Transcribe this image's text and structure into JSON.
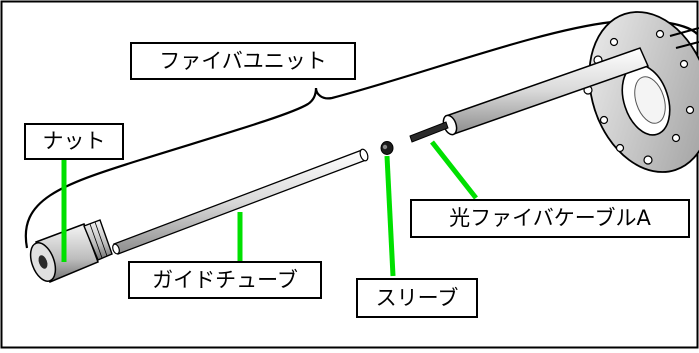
{
  "labels": {
    "fiber_unit": "ファイバユニット",
    "nut": "ナット",
    "optical_fiber_cable": "光ファイバケーブルA",
    "guide_tube": "ガイドチューブ",
    "sleeve": "スリーブ"
  },
  "colors": {
    "leader": "#00e000",
    "outline": "#000000",
    "metal_light": "#e6e6e6",
    "metal_dark": "#7a7a7a"
  }
}
